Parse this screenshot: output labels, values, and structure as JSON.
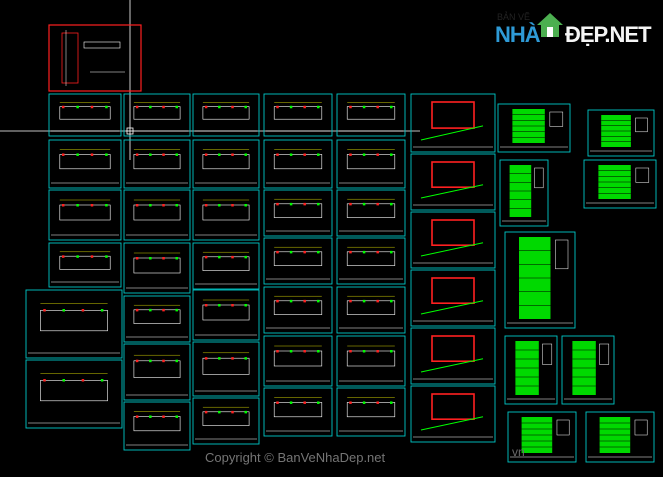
{
  "watermark": {
    "logo_small": "BẢN VẼ",
    "logo_nha": "NHÀ",
    "logo_dep": "ĐẸP.NET",
    "copyright": "Copyright © BanVeNhaDep.net",
    "vn": "vn"
  },
  "colors": {
    "background": "#000000",
    "frame": "#00c8c8",
    "title_frame": "#ff2020",
    "accent_green": "#00ff00",
    "accent_red": "#ff2020",
    "accent_yellow": "#ffff00",
    "line_white": "#ffffff"
  }
}
